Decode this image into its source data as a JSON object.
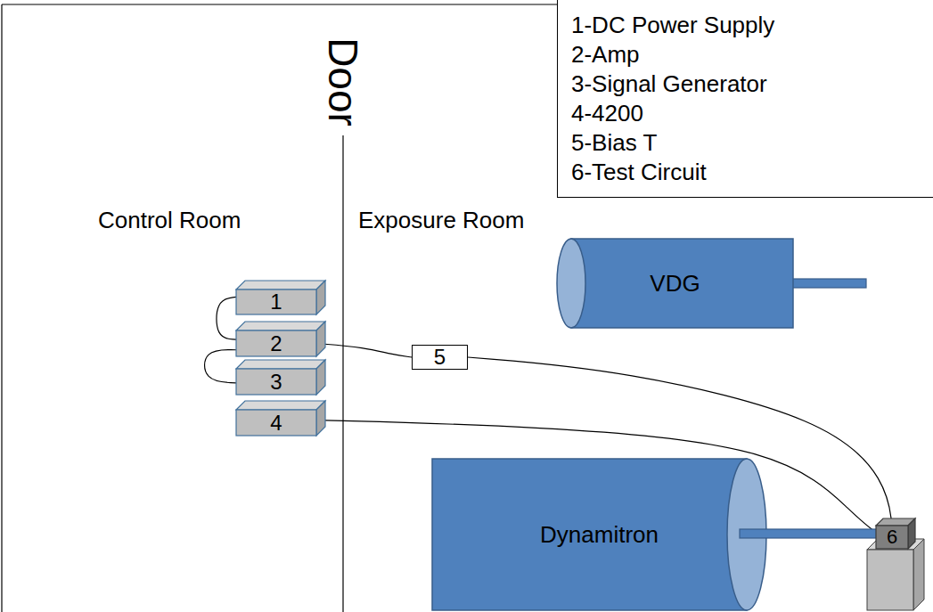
{
  "diagram": {
    "nodes": [
      {
        "text": [
          "1-DC Power Supply",
          "2-Amp",
          "3-Signal Generator",
          "4-4200",
          "5-Bias T",
          "6-Test Circuit"
        ]
      },
      {
        "text": [
          "VDG"
        ]
      },
      {
        "text": [
          "1"
        ]
      },
      {
        "text": [
          "2"
        ]
      },
      {
        "text": [
          "5"
        ]
      },
      {
        "text": [
          "3"
        ]
      },
      {
        "text": [
          "4"
        ]
      },
      {
        "text": [
          "Dynamitron"
        ]
      },
      {
        "text": [
          "6"
        ]
      }
    ],
    "edges": [
      {
        "from": 2,
        "to": 3,
        "arrow": "none"
      },
      {
        "from": 3,
        "to": 5,
        "arrow": "none"
      },
      {
        "from": 3,
        "to": 4,
        "arrow": "none"
      },
      {
        "from": 4,
        "to": 8,
        "arrow": "none"
      },
      {
        "from": 6,
        "to": 8,
        "arrow": "none"
      }
    ],
    "labels": [
      "Door",
      "Control Room",
      "Exposure Room"
    ]
  }
}
